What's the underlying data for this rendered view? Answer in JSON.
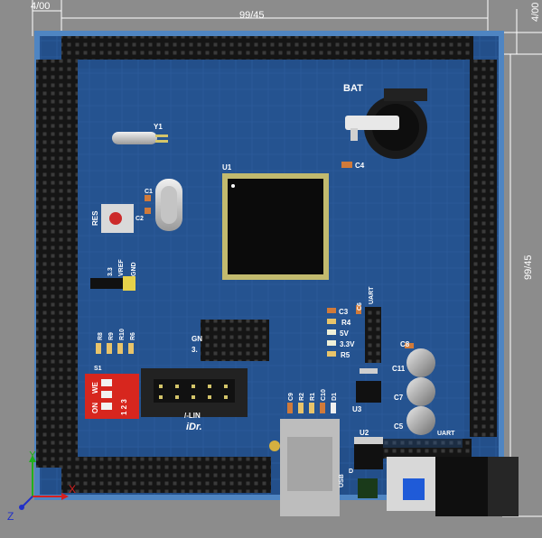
{
  "dimensions": {
    "left_offset": "4/00",
    "width": "99/45",
    "right_offset": "4/00",
    "height": "99/45"
  },
  "labels": {
    "bat": "BAT",
    "y1": "Y1",
    "u1": "U1",
    "c4": "C4",
    "c1": "C1",
    "c2": "C2",
    "res": "RES",
    "v33": "3.3",
    "vref": "VREF",
    "gnd": "GND",
    "c3": "C3",
    "c6": "C6",
    "uart": "UART",
    "r4": "R4",
    "v5": "5V",
    "v33b": "3.3V",
    "r5": "R5",
    "gn": "GN",
    "d3": "3.",
    "r8": "R8",
    "r9": "R9",
    "r10": "R10",
    "r6": "R6",
    "s1": "S1",
    "on": "ON",
    "we": "WE",
    "dip": "1 2 3",
    "c8": "C8",
    "c11": "C11",
    "c7": "C7",
    "c5": "C5",
    "c9": "C9",
    "r2": "R2",
    "r1": "R1",
    "c10": "C10",
    "d1": "D1",
    "u3": "U3",
    "u2": "U2",
    "uart2": "UART",
    "lin": "/-LIN",
    "idr": "iDr.",
    "usb": "USB",
    "d": "D"
  },
  "axes": {
    "x": "X",
    "y": "Y",
    "z": "Z"
  },
  "colors": {
    "background": "#8c8c8c",
    "pcb": "#1f4f8f",
    "pcb_edge": "#5c8fc9",
    "header_black": "#141414",
    "chip": "#0c0c0c",
    "pin_gold": "#d4c56a"
  }
}
